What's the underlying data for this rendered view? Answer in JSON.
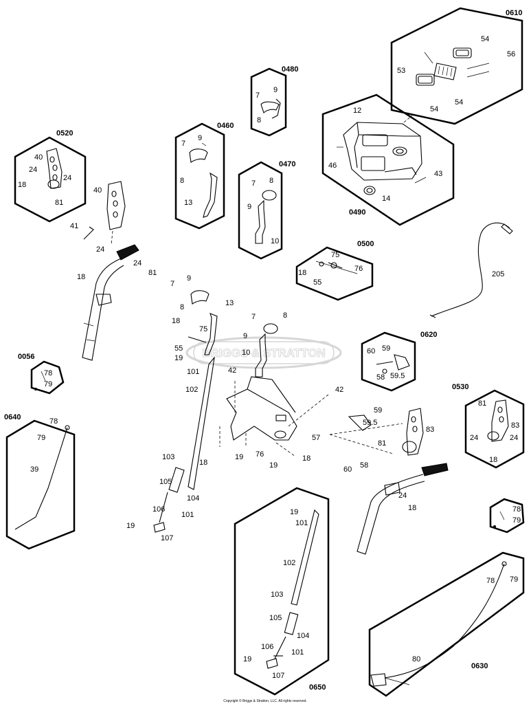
{
  "watermark": "BRIGGS & STRATTON",
  "copyright": "Copyright © Briggs & Stratton, LLC. All rights reserved.",
  "groups": [
    "0610",
    "0480",
    "0490",
    "0460",
    "0470",
    "0520",
    "0500",
    "0056",
    "0620",
    "0530",
    "0640",
    "0650",
    "0630"
  ],
  "labels": [
    "54",
    "53",
    "56",
    "54",
    "54",
    "7",
    "9",
    "8",
    "12",
    "46",
    "43",
    "14",
    "40",
    "24",
    "18",
    "24",
    "81",
    "9",
    "7",
    "8",
    "13",
    "7",
    "8",
    "9",
    "10",
    "75",
    "18",
    "76",
    "55",
    "40",
    "41",
    "24",
    "18",
    "24",
    "81",
    "205",
    "7",
    "9",
    "8",
    "13",
    "18",
    "75",
    "55",
    "7",
    "8",
    "9",
    "10",
    "19",
    "101",
    "42",
    "102",
    "42",
    "59",
    "60",
    "59.5",
    "58",
    "81",
    "83",
    "24",
    "24",
    "18",
    "78",
    "79",
    "78",
    "79",
    "39",
    "57",
    "18",
    "19",
    "76",
    "19",
    "18",
    "103",
    "105",
    "104",
    "106",
    "101",
    "19",
    "107",
    "59",
    "59.5",
    "83",
    "81",
    "60",
    "58",
    "24",
    "18",
    "78",
    "79",
    "19",
    "101",
    "102",
    "103",
    "105",
    "104",
    "106",
    "101",
    "19",
    "107",
    "78",
    "79",
    "80"
  ]
}
